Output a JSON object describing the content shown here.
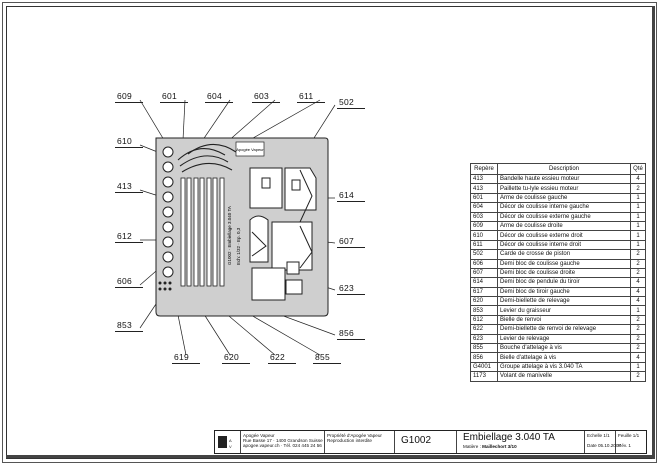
{
  "callouts": [
    {
      "id": "609",
      "label": "609"
    },
    {
      "id": "601",
      "label": "601"
    },
    {
      "id": "604",
      "label": "604"
    },
    {
      "id": "603",
      "label": "603"
    },
    {
      "id": "611",
      "label": "611"
    },
    {
      "id": "502",
      "label": "502"
    },
    {
      "id": "610",
      "label": "610"
    },
    {
      "id": "413",
      "label": "413"
    },
    {
      "id": "612",
      "label": "612"
    },
    {
      "id": "606",
      "label": "606"
    },
    {
      "id": "853",
      "label": "853"
    },
    {
      "id": "614",
      "label": "614"
    },
    {
      "id": "607",
      "label": "607"
    },
    {
      "id": "623",
      "label": "623"
    },
    {
      "id": "856",
      "label": "856"
    },
    {
      "id": "619",
      "label": "619"
    },
    {
      "id": "620",
      "label": "620"
    },
    {
      "id": "622",
      "label": "622"
    },
    {
      "id": "855",
      "label": "855"
    }
  ],
  "fret": {
    "logo_text": "Apogée Vapeur",
    "side_text_1": "G1002 · Embiellage 3.040 TA",
    "side_text_2": "Ech: 1/32 · Ep. 0,3"
  },
  "table": {
    "headers": {
      "ref": "Repère",
      "desc": "Description",
      "qty": "Qté"
    },
    "rows": [
      {
        "ref": "413",
        "desc": "Bandelle haute essieu moteur",
        "qty": "4"
      },
      {
        "ref": "413",
        "desc": "Paillette tu-lyle essieu moteur",
        "qty": "2"
      },
      {
        "ref": "601",
        "desc": "Arme de coulisse gauche",
        "qty": "1"
      },
      {
        "ref": "604",
        "desc": "Décor de coulisse interne gauche",
        "qty": "1"
      },
      {
        "ref": "603",
        "desc": "Décor de coulisse externe gauche",
        "qty": "1"
      },
      {
        "ref": "609",
        "desc": "Arme de coulisse droite",
        "qty": "1"
      },
      {
        "ref": "610",
        "desc": "Décor de coulisse externe droit",
        "qty": "1"
      },
      {
        "ref": "611",
        "desc": "Décor de coulisse interne droit",
        "qty": "1"
      },
      {
        "ref": "502",
        "desc": "Carde de crosse de piston",
        "qty": "2"
      },
      {
        "ref": "606",
        "desc": "Demi bloc de coulisse gauche",
        "qty": "2"
      },
      {
        "ref": "607",
        "desc": "Demi bloc de coulisse droite",
        "qty": "2"
      },
      {
        "ref": "614",
        "desc": "Demi bloc de pendule du tiroir",
        "qty": "4"
      },
      {
        "ref": "617",
        "desc": "Demi bloc de tiroir gauche",
        "qty": "4"
      },
      {
        "ref": "620",
        "desc": "Demi-biellette de relevage",
        "qty": "4"
      },
      {
        "ref": "853",
        "desc": "Levier du graisseur",
        "qty": "1"
      },
      {
        "ref": "612",
        "desc": "Bielle de renvoi",
        "qty": "2"
      },
      {
        "ref": "622",
        "desc": "Demi-biellette de renvoi de relevage",
        "qty": "2"
      },
      {
        "ref": "623",
        "desc": "Levier de relevage",
        "qty": "2"
      },
      {
        "ref": "855",
        "desc": "Bouche d'attelage à vis",
        "qty": "2"
      },
      {
        "ref": "856",
        "desc": "Bielle d'attelage à vis",
        "qty": "4"
      },
      {
        "ref": "G4001",
        "desc": "Groupe attelage à vis 3.040 TA",
        "qty": "1"
      },
      {
        "ref": "1173",
        "desc": "Volant de manivelle",
        "qty": "2"
      }
    ]
  },
  "title_block": {
    "company_line_1": "Apogée Vapeur",
    "company_line_2": "Rue Basse 17 · 1400 Grandson Suisse",
    "company_line_3": "apogee.vapeur.ch · Tél. 024 445 24 56",
    "property_line_1": "Propriété d'Apogée Vapeur",
    "property_line_2": "Reproduction interdite",
    "drawing_number": "G1002",
    "drawing_title": "Embiellage 3.040 TA",
    "material_label": "Matière :",
    "material_value": "Maillechort 3/10",
    "scale_label": "Echelle 1/1",
    "sheet_label": "Feuille 1/1",
    "date_label": "Date 05.10.2007",
    "revision_label": "Rév. 1"
  }
}
